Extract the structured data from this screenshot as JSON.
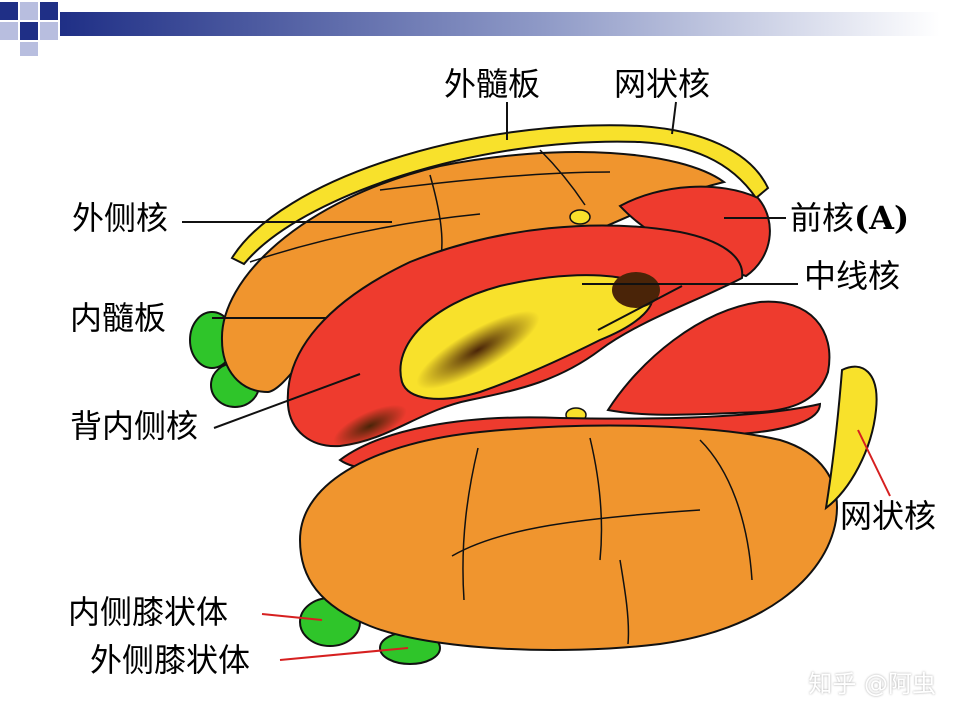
{
  "colors": {
    "orange": "#f0952e",
    "red": "#ee3b2e",
    "yellow": "#f8e12b",
    "green": "#2fc52a",
    "dark_brown": "#4a2408",
    "leader_red": "#d62020",
    "header_navy": "#1f2f86"
  },
  "labels": {
    "external_medullary_lamina": "外髓板",
    "reticular_nucleus_top": "网状核",
    "lateral_nucleus": "外侧核",
    "anterior_nucleus": "前核",
    "anterior_nucleus_letter": "(A)",
    "midline_nucleus": "中线核",
    "internal_medullary_lamina": "内髓板",
    "mediodorsal_nucleus": "背内侧核",
    "reticular_nucleus_right": "网状核",
    "medial_geniculate_body": "内侧膝状体",
    "lateral_geniculate_body": "外侧膝状体"
  },
  "watermark": "知乎 @阿虫"
}
